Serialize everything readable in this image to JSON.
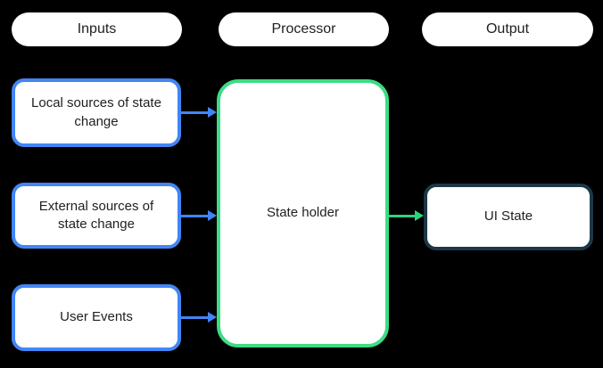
{
  "headers": [
    {
      "label": "Inputs"
    },
    {
      "label": "Processor"
    },
    {
      "label": "Output"
    }
  ],
  "inputs": [
    {
      "label": "Local sources of state change"
    },
    {
      "label": "External sources of state change"
    },
    {
      "label": "User Events"
    }
  ],
  "processor": {
    "label": "State holder"
  },
  "output": {
    "label": "UI State"
  },
  "colors": {
    "background": "#000000",
    "box_fill": "#ffffff",
    "text": "#202124",
    "input_accent": "#4285F4",
    "processor_accent": "#3DDC84",
    "output_accent": "#1C3847",
    "arrow_blue": "#4285F4",
    "arrow_green": "#2BD47D"
  }
}
